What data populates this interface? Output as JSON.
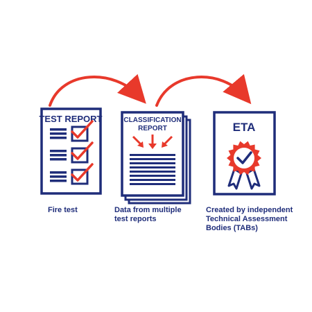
{
  "documents": {
    "test_report": {
      "title": "TEST REPORT",
      "caption": "Fire test"
    },
    "classification_report": {
      "title_line1": "CLASSIFICATION",
      "title_line2": "REPORT",
      "caption": "Data from multiple\ntest reports"
    },
    "eta": {
      "title": "ETA",
      "caption": "Created by independent\nTechnical Assessment\nBodies (TABs)"
    }
  },
  "icons": [
    "checkbox-check-icon",
    "arrow-icon",
    "award-ribbon-icon"
  ],
  "colors": {
    "navy": "#1f2d7a",
    "red": "#e8392b"
  }
}
